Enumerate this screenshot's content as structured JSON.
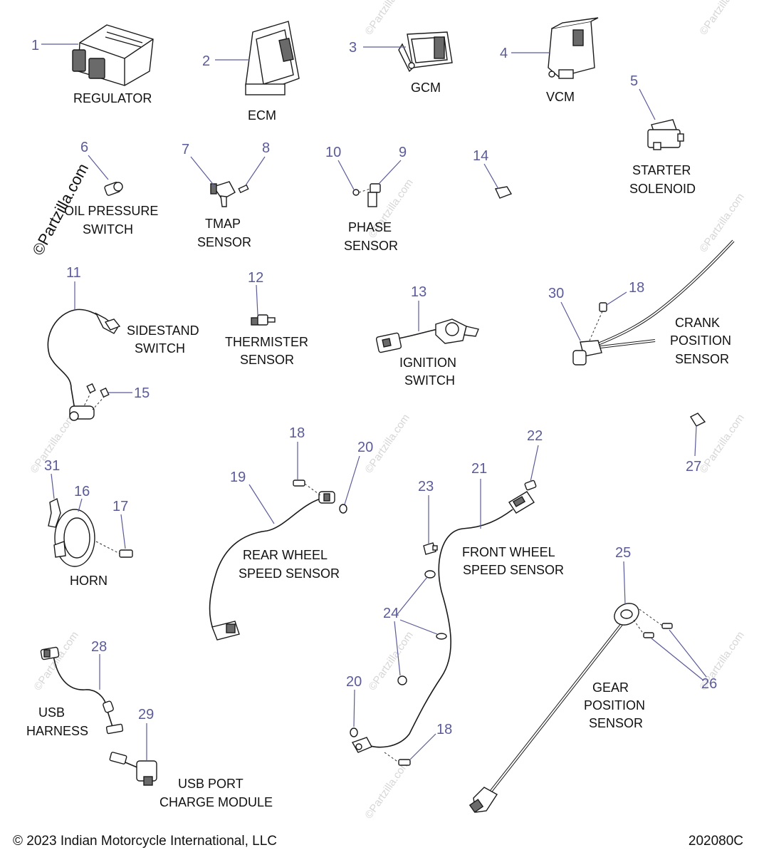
{
  "watermark": "©Partzilla.com",
  "stamp": "©Partzilla.com",
  "footer": {
    "copyright": "© 2023 Indian Motorcycle International, LLC",
    "diagram_id": "202080C"
  },
  "callouts": {
    "c1": "1",
    "c2": "2",
    "c3": "3",
    "c4": "4",
    "c5": "5",
    "c6": "6",
    "c7": "7",
    "c8": "8",
    "c9": "9",
    "c10": "10",
    "c11": "11",
    "c12": "12",
    "c13": "13",
    "c14": "14",
    "c15": "15",
    "c16": "16",
    "c17": "17",
    "c18a": "18",
    "c18b": "18",
    "c18c": "18",
    "c19": "19",
    "c20a": "20",
    "c20b": "20",
    "c21": "21",
    "c22": "22",
    "c23": "23",
    "c24": "24",
    "c25": "25",
    "c26": "26",
    "c27": "27",
    "c28": "28",
    "c29": "29",
    "c30": "30",
    "c31": "31"
  },
  "labels": {
    "regulator": "REGULATOR",
    "ecm": "ECM",
    "gcm": "GCM",
    "vcm": "VCM",
    "starter_solenoid_1": "STARTER",
    "starter_solenoid_2": "SOLENOID",
    "oil_pressure_1": "OIL PRESSURE",
    "oil_pressure_2": "SWITCH",
    "tmap_1": "TMAP",
    "tmap_2": "SENSOR",
    "phase_1": "PHASE",
    "phase_2": "SENSOR",
    "sidestand_1": "SIDESTAND",
    "sidestand_2": "SWITCH",
    "thermister_1": "THERMISTER",
    "thermister_2": "SENSOR",
    "ignition_1": "IGNITION",
    "ignition_2": "SWITCH",
    "crank_1": "CRANK",
    "crank_2": "POSITION",
    "crank_3": "SENSOR",
    "horn": "HORN",
    "rear_wheel_1": "REAR WHEEL",
    "rear_wheel_2": "SPEED SENSOR",
    "front_wheel_1": "FRONT WHEEL",
    "front_wheel_2": "SPEED SENSOR",
    "gear_1": "GEAR",
    "gear_2": "POSITION",
    "gear_3": "SENSOR",
    "usb_harness_1": "USB",
    "usb_harness_2": "HARNESS",
    "usb_port_1": "USB PORT",
    "usb_port_2": "CHARGE MODULE"
  }
}
